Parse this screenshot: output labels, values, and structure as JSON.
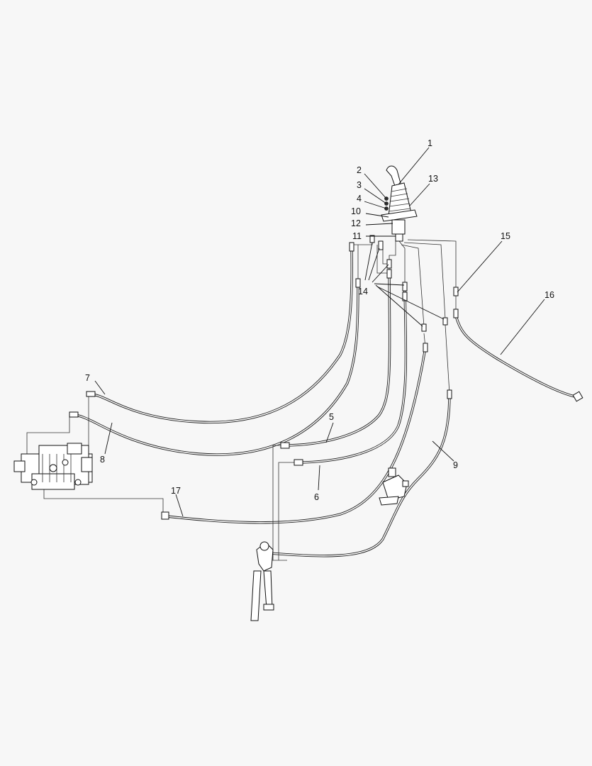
{
  "callouts": [
    {
      "id": "1",
      "label": "1"
    },
    {
      "id": "2",
      "label": "2"
    },
    {
      "id": "3",
      "label": "3"
    },
    {
      "id": "4",
      "label": "4"
    },
    {
      "id": "10",
      "label": "10"
    },
    {
      "id": "12",
      "label": "12"
    },
    {
      "id": "11",
      "label": "11"
    },
    {
      "id": "13",
      "label": "13"
    },
    {
      "id": "14",
      "label": "14"
    },
    {
      "id": "15",
      "label": "15"
    },
    {
      "id": "16",
      "label": "16"
    },
    {
      "id": "7",
      "label": "7"
    },
    {
      "id": "8",
      "label": "8"
    },
    {
      "id": "5",
      "label": "5"
    },
    {
      "id": "6",
      "label": "6"
    },
    {
      "id": "9",
      "label": "9"
    },
    {
      "id": "17",
      "label": "17"
    }
  ]
}
